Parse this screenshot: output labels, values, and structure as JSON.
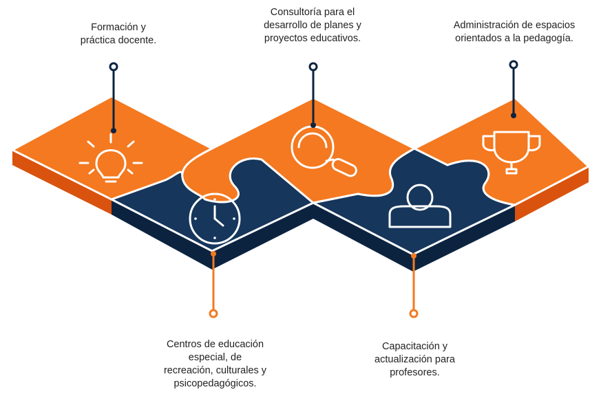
{
  "colors": {
    "orange": "#f47920",
    "orange_dark": "#d9530e",
    "navy": "#16365c",
    "navy_dark": "#0c2340",
    "seam": "#ffffff",
    "text": "#222222"
  },
  "items": [
    {
      "text": "Formación y\npráctica docente.",
      "icon": "lightbulb-icon"
    },
    {
      "text": "Consultoría para el\ndesarrollo de planes y\nproyectos educativos.",
      "icon": "magnifier-icon"
    },
    {
      "text": "Administración de espacios\norientados a la pedagogía.",
      "icon": "trophy-icon"
    },
    {
      "text": "Centros de educación\nespecial, de\nrecreación, culturales y\npsicopedagógicos.",
      "icon": "clock-icon"
    },
    {
      "text": "Capacitación y\nactualización para\nprofesores.",
      "icon": "person-icon"
    }
  ]
}
